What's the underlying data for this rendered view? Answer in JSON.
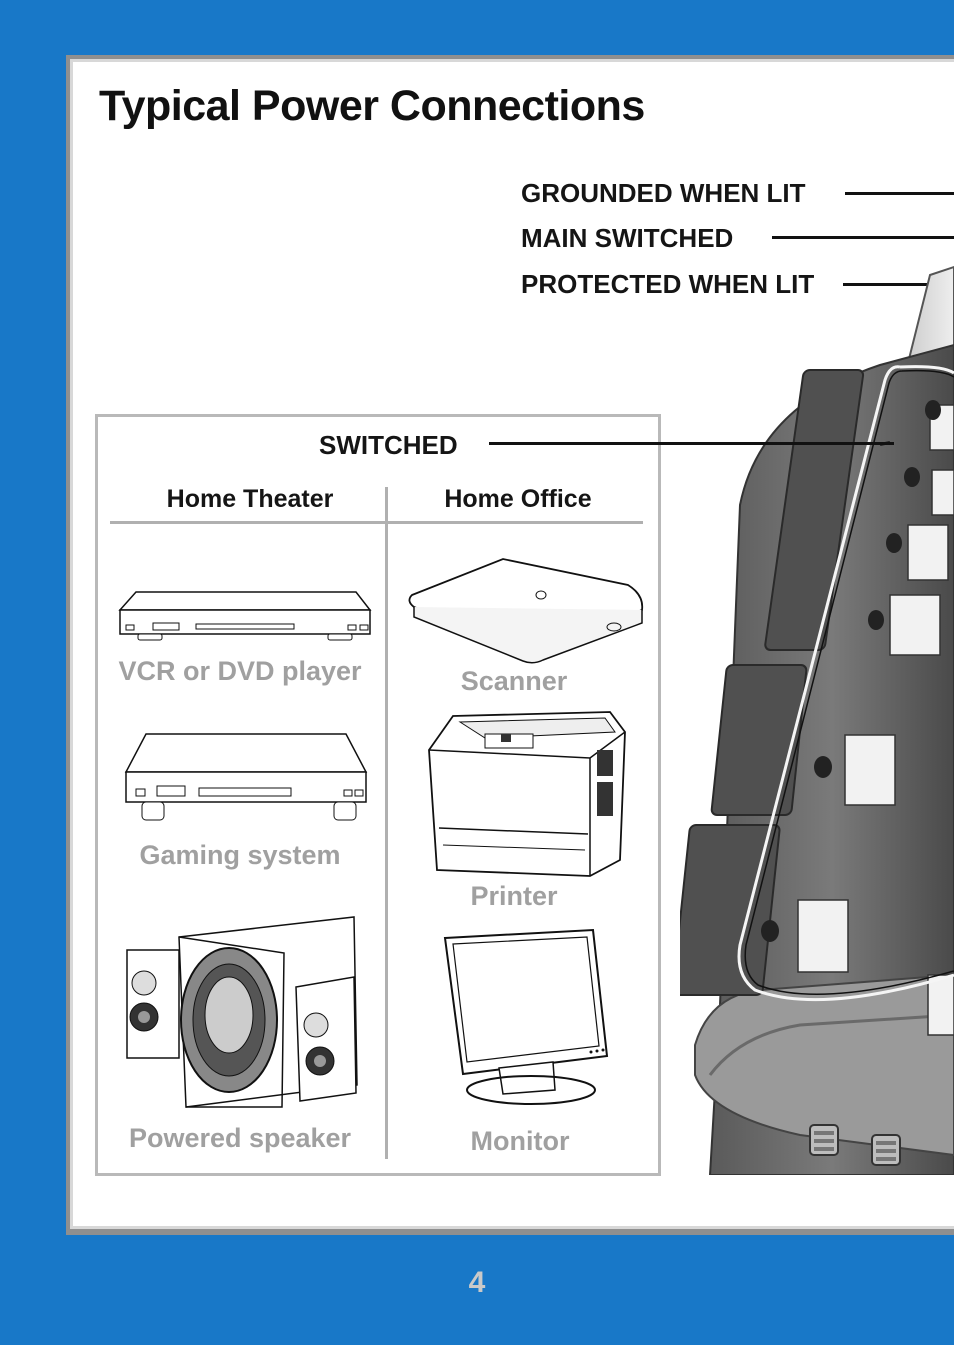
{
  "page": {
    "title": "Typical Power Connections",
    "page_number": "4"
  },
  "indicators": {
    "grounded": "GROUNDED WHEN LIT",
    "main_switched": "MAIN SWITCHED",
    "protected": "PROTECTED WHEN LIT"
  },
  "switched_box": {
    "heading": "SWITCHED",
    "columns": {
      "home_theater": "Home Theater",
      "home_office": "Home Office"
    },
    "home_theater_devices": [
      "VCR or DVD player",
      "Gaming system",
      "Powered speaker"
    ],
    "home_office_devices": [
      "Scanner",
      "Printer",
      "Monitor"
    ]
  },
  "colors": {
    "background_blue": "#1878c8",
    "panel_border": "#8f8f8f",
    "device_label_gray": "#a0a0a0"
  }
}
